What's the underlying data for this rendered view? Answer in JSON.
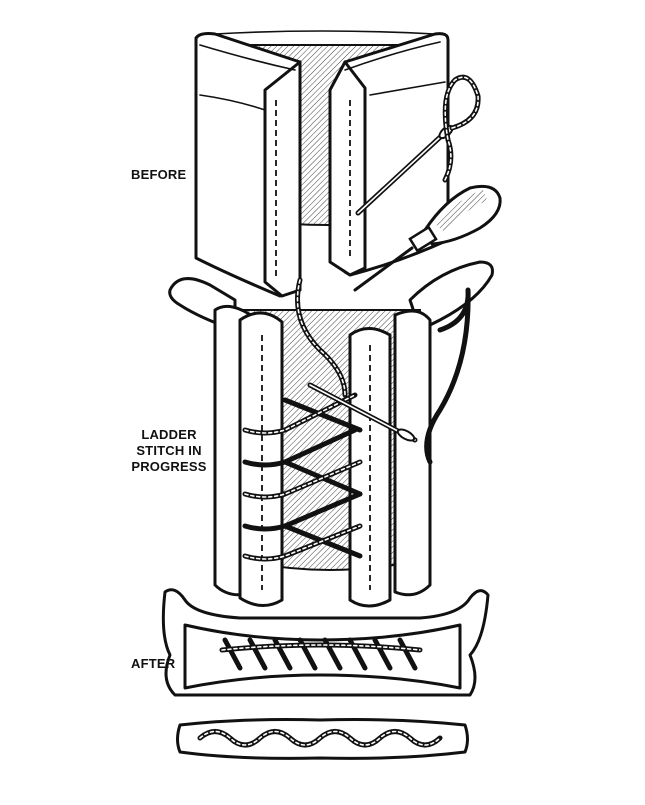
{
  "labels": {
    "before": "BEFORE",
    "ladder_line1": "LADDER",
    "ladder_line2": "STITCH IN",
    "ladder_line3": "PROGRESS",
    "after": "AFTER"
  },
  "colors": {
    "ink": "#111111",
    "paper": "#ffffff",
    "hatch": "#b0b0b0"
  },
  "icons": {
    "needle": "needle-icon",
    "awl": "awl-icon",
    "thread": "thread-icon"
  }
}
